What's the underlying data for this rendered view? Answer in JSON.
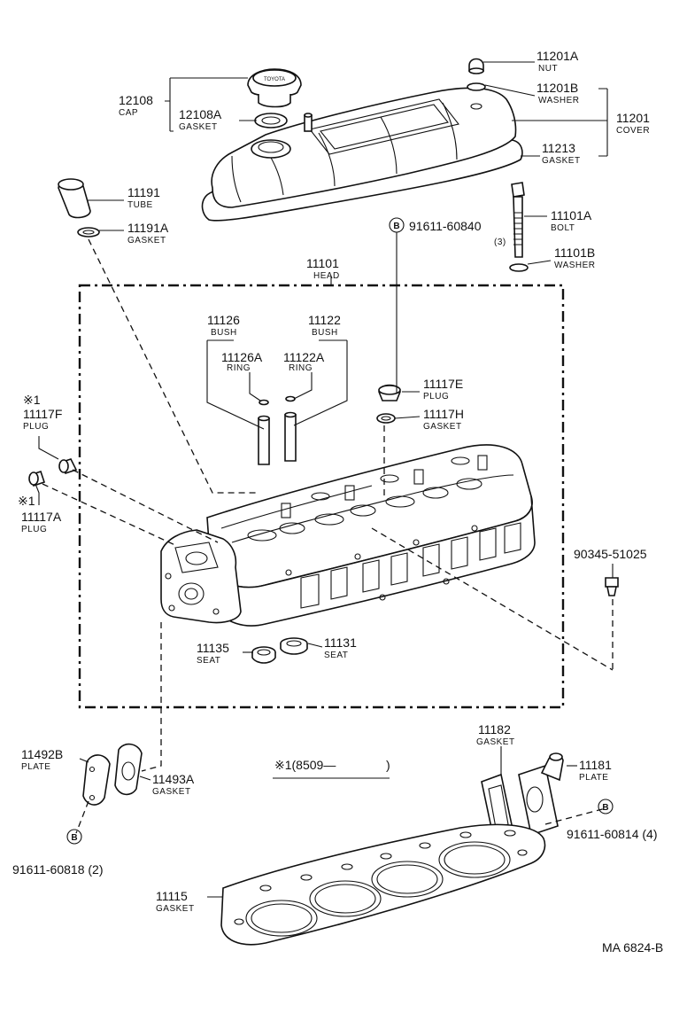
{
  "labels": {
    "p11201A": {
      "num": "11201A",
      "name": "NUT"
    },
    "p11201B": {
      "num": "11201B",
      "name": "WASHER"
    },
    "p11201": {
      "num": "11201",
      "name": "COVER"
    },
    "p11213": {
      "num": "11213",
      "name": "GASKET"
    },
    "p12108": {
      "num": "12108",
      "name": "CAP"
    },
    "p12108A": {
      "num": "12108A",
      "name": "GASKET"
    },
    "p11191": {
      "num": "11191",
      "name": "TUBE"
    },
    "p11191A": {
      "num": "11191A",
      "name": "GASKET"
    },
    "p91611_60840": {
      "num": "91611-60840",
      "qty": "(3)"
    },
    "p11101A": {
      "num": "11101A",
      "name": "BOLT"
    },
    "p11101B": {
      "num": "11101B",
      "name": "WASHER"
    },
    "p11101": {
      "num": "11101",
      "name": "HEAD"
    },
    "p11126": {
      "num": "11126",
      "name": "BUSH"
    },
    "p11122": {
      "num": "11122",
      "name": "BUSH"
    },
    "p11126A": {
      "num": "11126A",
      "name": "RING"
    },
    "p11122A": {
      "num": "11122A",
      "name": "RING"
    },
    "p11117E": {
      "num": "11117E",
      "name": "PLUG"
    },
    "p11117H": {
      "num": "11117H",
      "name": "GASKET"
    },
    "p11117F": {
      "mark": "※1",
      "num": "11117F",
      "name": "PLUG"
    },
    "p11117A": {
      "mark": "※1",
      "num": "11117A",
      "name": "PLUG"
    },
    "p90345_51025": {
      "num": "90345-51025"
    },
    "p11135": {
      "num": "11135",
      "name": "SEAT"
    },
    "p11131": {
      "num": "11131",
      "name": "SEAT"
    },
    "p11492B": {
      "num": "11492B",
      "name": "PLATE"
    },
    "p11493A": {
      "num": "11493A",
      "name": "GASKET"
    },
    "p91611_60818": {
      "num": "91611-60818 (2)"
    },
    "p11182": {
      "num": "11182",
      "name": "GASKET"
    },
    "p11181": {
      "num": "11181",
      "name": "PLATE"
    },
    "p91611_60814": {
      "num": "91611-60814 (4)"
    },
    "p11115": {
      "num": "11115",
      "name": "GASKET"
    }
  },
  "note": "※1(8509—",
  "note_close": ")",
  "bolt_marker": "B",
  "footer": "MA  6824-B",
  "cap_logo": "TOYOTA"
}
